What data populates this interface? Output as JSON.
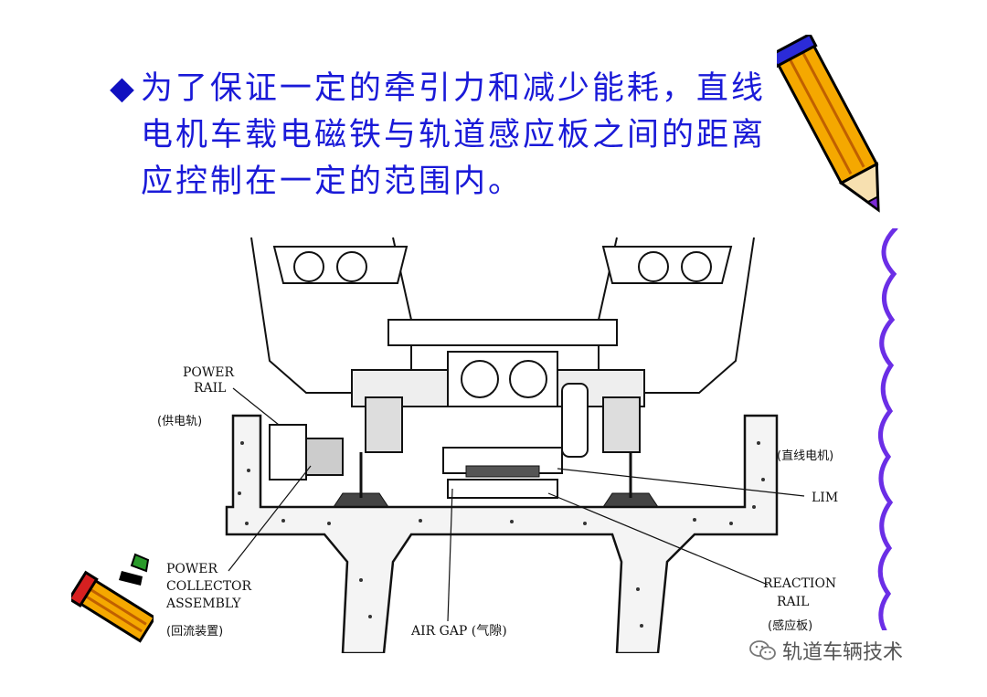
{
  "slide": {
    "bullet": "◆",
    "line1": "为了保证一定的牵引力和减少能耗，直线",
    "line2": "电机车载电磁铁与轨道感应板之间的距离",
    "line3": "应控制在一定的范围内。"
  },
  "diagram": {
    "power_rail": [
      "POWER",
      "RAIL"
    ],
    "power_rail_cn": "(供电轨)",
    "power_collector": [
      "POWER",
      "COLLECTOR",
      "ASSEMBLY"
    ],
    "power_collector_cn": "(回流装置)",
    "air_gap": "AIR GAP (气隙)",
    "lim": "LIM",
    "lim_cn": "(直线电机)",
    "reaction_rail": [
      "REACTION",
      "RAIL"
    ],
    "reaction_rail_cn": "(感应板)"
  },
  "watermark": {
    "text": "轨道车辆技术"
  },
  "colors": {
    "headline": "#1a1ad8",
    "squiggle": "#6b2ee6",
    "pencil_body": "#f5a800",
    "pencil_outline": "#000000"
  },
  "icons": {
    "pencil_top_right": "pencil-icon",
    "pencil_bottom_left": "pencil-icon",
    "watermark": "wechat-icon"
  }
}
